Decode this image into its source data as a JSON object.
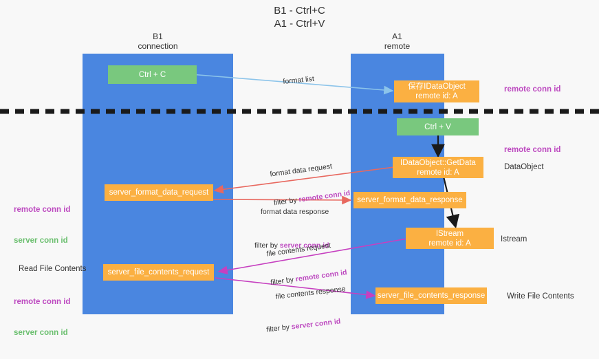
{
  "diagram": {
    "title_line1": "B1 - Ctrl+C",
    "title_line2": "A1 - Ctrl+V",
    "lanes": [
      {
        "id": "b1",
        "header_line1": "B1",
        "header_line2": "connection",
        "color": "#4a86e0"
      },
      {
        "id": "a1",
        "header_line1": "A1",
        "header_line2": "remote",
        "color": "#4a86e0"
      }
    ],
    "colors": {
      "lane_blue": "#4a86e0",
      "box_green": "#79c87e",
      "box_orange": "#fbb042",
      "remote_conn_id": "#bd4ac0",
      "server_conn_id": "#6bbf6f",
      "arrow_light_blue": "#8cc4ea",
      "arrow_red": "#e8685f",
      "arrow_magenta": "#c640c0",
      "arrow_black": "#1a1a1a",
      "divider_black": "#1a1a1a",
      "background": "#f8f8f8"
    },
    "nodes": [
      {
        "id": "ctrl-c",
        "label": "Ctrl + C",
        "shape": "green-box",
        "lane": "b1"
      },
      {
        "id": "idataobject",
        "label": "保存IDataObject\nremote id: A",
        "shape": "orange-box",
        "lane": "a1"
      },
      {
        "id": "ctrl-v",
        "label": "Ctrl + V",
        "shape": "green-box",
        "lane": "a1"
      },
      {
        "id": "idataobject-getdata",
        "label": "IDataObject::GetData\nremote id: A",
        "shape": "orange-box",
        "lane": "a1"
      },
      {
        "id": "server-format-data-request",
        "label": "server_format_data_request",
        "shape": "orange-box",
        "lane": "b1"
      },
      {
        "id": "server-format-data-response",
        "label": "server_format_data_response",
        "shape": "orange-box",
        "lane": "a1"
      },
      {
        "id": "istream",
        "label": "IStream\nremote id: A",
        "shape": "orange-box",
        "lane": "a1"
      },
      {
        "id": "server-file-contents-request",
        "label": "server_file_contents_request",
        "shape": "orange-box",
        "lane": "b1"
      },
      {
        "id": "server-file-contents-response",
        "label": "server_file_contents_response",
        "shape": "orange-box",
        "lane": "a1"
      }
    ],
    "edge_labels": [
      {
        "id": "format-list",
        "line1": "format list",
        "line2": "",
        "line2_plain": "",
        "line2_highlight": ""
      },
      {
        "id": "format-data-request",
        "line1": "format data request",
        "line2_plain": "filter by ",
        "line2_highlight": "remote conn id"
      },
      {
        "id": "format-data-response",
        "line1": "format data response",
        "line2_plain": "filter by ",
        "line2_highlight": "server conn id"
      },
      {
        "id": "file-contents-request",
        "line1": "file contents request",
        "line2_plain": "filter by ",
        "line2_highlight": "remote conn id"
      },
      {
        "id": "file-contents-response",
        "line1": "file contents response",
        "line2_plain": "filter by ",
        "line2_highlight": "server conn id"
      }
    ],
    "right_notes": [
      {
        "id": "note-remote-conn-id-top",
        "text": "remote conn id",
        "style": "purple"
      },
      {
        "id": "note-remote-conn-id-mid",
        "text": "remote conn id",
        "style": "purple"
      },
      {
        "id": "note-dataobject",
        "text": "DataObject",
        "style": "plain"
      },
      {
        "id": "note-istream",
        "text": "Istream",
        "style": "plain"
      },
      {
        "id": "note-write-file-contents",
        "text": "Write File Contents",
        "style": "plain"
      }
    ],
    "left_notes": [
      {
        "id": "left-note-conn-ids",
        "line1": "remote conn id",
        "line2": "server conn id"
      },
      {
        "id": "left-note-read-file",
        "line1": "Read File Contents"
      },
      {
        "id": "left-note-conn-ids-bottom",
        "line1": "remote conn id",
        "line2": "server conn id"
      }
    ]
  }
}
